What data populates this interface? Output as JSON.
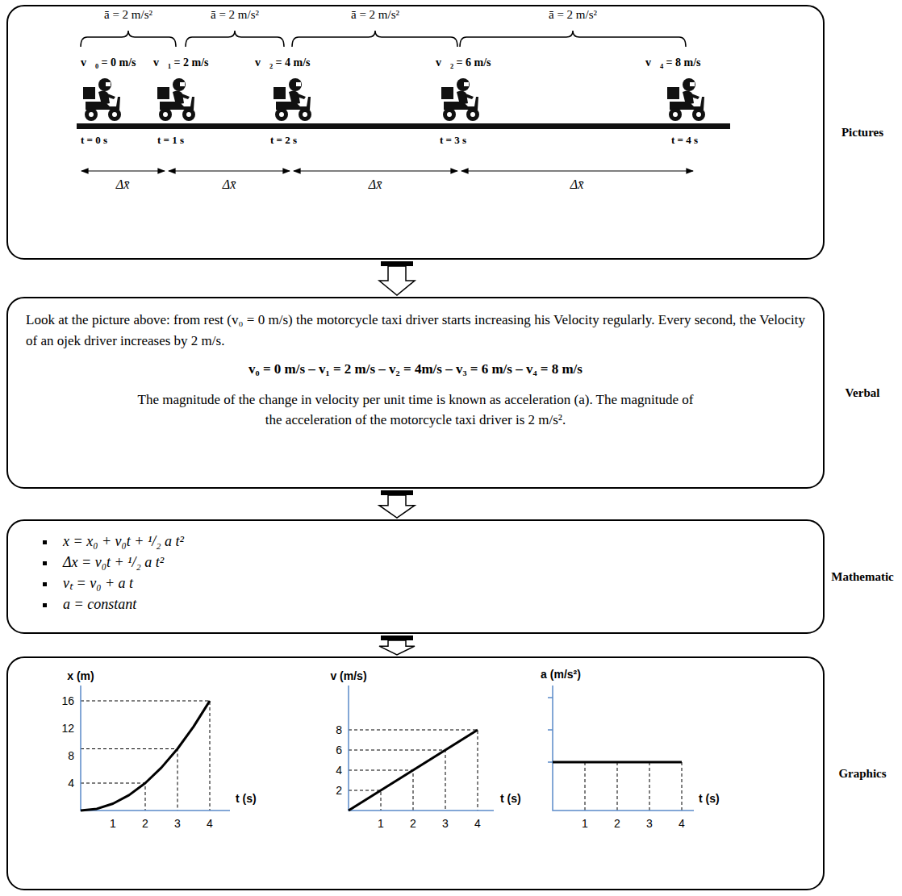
{
  "diagram": {
    "nodes": [
      {
        "text": [
          "Pictures"
        ]
      },
      {
        "text": [
          "Verbal",
          "Look at the picture above: from rest (v₀ = 0 m/s) the motorcycle taxi driver starts increasing his Velocity regularly. Every second, the Velocity of an ojek driver increases by 2 m/s.",
          "v₀ = 0 m/s – v₁ = 2 m/s – v₂ = 4m/s – v₃ = 6 m/s – v₄ = 8 m/s",
          "The magnitude of the change in velocity per unit time is known as acceleration (a). The magnitude of the acceleration of the motorcycle taxi driver is 2 m/s²."
        ]
      },
      {
        "text": [
          "Mathematic",
          "x = x₀ + v₀t + ¹/₂ a t²",
          "Δx = v₀t + ¹/₂ a t²",
          "vₜ = v₀ + a t",
          "a = constant"
        ]
      },
      {
        "text": [
          "Graphics"
        ]
      }
    ],
    "edges": [
      {
        "from": 0,
        "to": 1,
        "arrow": "to"
      },
      {
        "from": 1,
        "to": 2,
        "arrow": "to"
      },
      {
        "from": 2,
        "to": 3,
        "arrow": "to"
      }
    ],
    "labels": [
      "ā = 2 m/s²",
      "ā = 2 m/s²",
      "ā = 2 m/s²",
      "ā = 2 m/s²",
      "v⃗₀ = 0 m/s",
      "v⃗₁ = 2 m/s",
      "v⃗₂ = 4 m/s",
      "v⃗₂ = 6 m/s",
      "v⃗₄ = 8 m/s",
      "t = 0 s",
      "t = 1 s",
      "t = 2 s",
      "t = 3 s",
      "t = 4 s",
      "Δx̄",
      "Δx̄",
      "Δx̄",
      "Δx̄",
      "x (m)",
      "16",
      "12",
      "8",
      "4",
      "t (s)",
      "1",
      "2",
      "3",
      "4",
      "v (m/s)",
      "8",
      "6",
      "4",
      "2",
      "t (s)",
      "1",
      "2",
      "3",
      "4",
      "a (m/s²)",
      "t (s)",
      "1",
      "2",
      "3",
      "4"
    ]
  }
}
